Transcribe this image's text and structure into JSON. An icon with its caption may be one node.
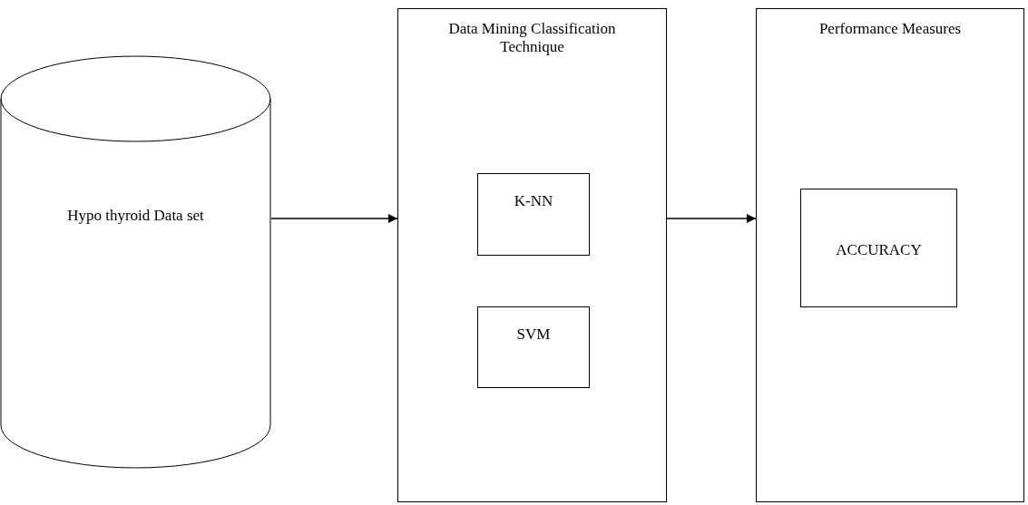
{
  "diagram": {
    "nodes": [
      {
        "text": [
          "Hypo thyroid Data set"
        ]
      },
      {
        "text": [
          "Data Mining Classification Technique"
        ]
      },
      {
        "text": [
          "K-NN"
        ],
        "in": 1
      },
      {
        "text": [
          "SVM"
        ],
        "in": 1
      },
      {
        "text": [
          "Performance Measures"
        ]
      },
      {
        "text": [
          "ACCURACY"
        ],
        "in": 4
      }
    ],
    "edges": [
      {
        "from": 0,
        "to": 1,
        "arrow": "to"
      },
      {
        "from": 1,
        "to": 4,
        "arrow": "to"
      }
    ]
  }
}
